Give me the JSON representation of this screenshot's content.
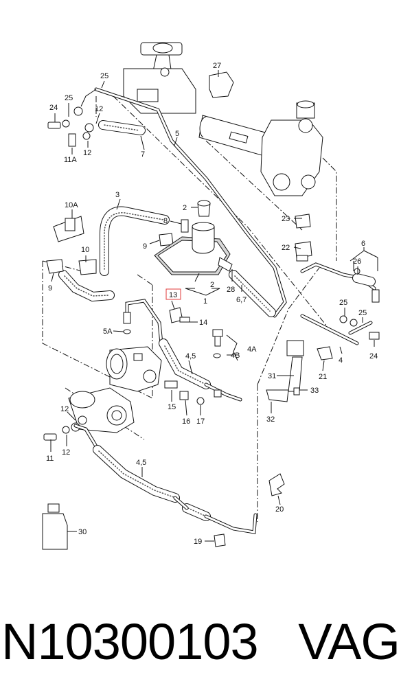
{
  "diagram": {
    "callouts": {
      "c25a": "25",
      "c24a": "24",
      "c25b": "25",
      "c12a": "12",
      "c11A": "11A",
      "c12b": "12",
      "c7": "7",
      "c5": "5",
      "c27": "27",
      "c10A": "10A",
      "c3": "3",
      "c2": "2",
      "c8": "8",
      "c9a": "9",
      "c10": "10",
      "c9b": "9",
      "c2b": "2",
      "c1": "1",
      "c13": "13",
      "c14": "14",
      "c28": "28",
      "c67a": "6,7",
      "c23": "23",
      "c22": "22",
      "c6": "6",
      "c26": "26",
      "c25c": "25",
      "c25d": "25",
      "c24b": "24",
      "c4": "4",
      "c21": "21",
      "c5A": "5A",
      "c4A": "4A",
      "c4B": "4B",
      "c45a": "4,5",
      "c31": "31",
      "c33": "33",
      "c32": "32",
      "c15": "15",
      "c16": "16",
      "c17": "17",
      "c12c": "12",
      "c11": "11",
      "c12d": "12",
      "c45b": "4,5",
      "c20": "20",
      "c30": "30",
      "c19": "19"
    },
    "highlight_color": "#e03a3a"
  },
  "footer": {
    "part_number": "N10300103",
    "brand": "VAG"
  }
}
